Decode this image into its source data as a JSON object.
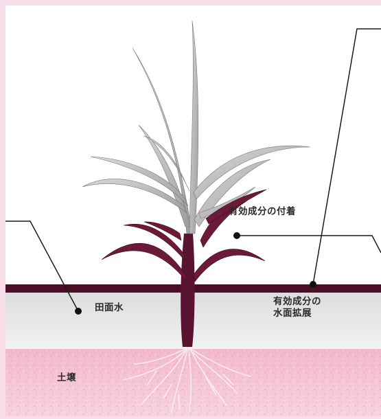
{
  "labels": {
    "active_attachment": "有効成分の付着",
    "paddy_water": "田面水",
    "active_spread_line1": "有効成分の",
    "active_spread_line2": "水面拡展",
    "soil": "土壌"
  },
  "colors": {
    "background": "#f7dcea",
    "panel": "#ffffff",
    "water": "#e9e9ea",
    "soil": "#f3c3d5",
    "water_film": "#4a0f27",
    "leaf_gray": "#b9b9bb",
    "leaf_maroon": "#6b1a39",
    "callout_line": "#1a1a1a",
    "root": "#fbe9f0"
  }
}
